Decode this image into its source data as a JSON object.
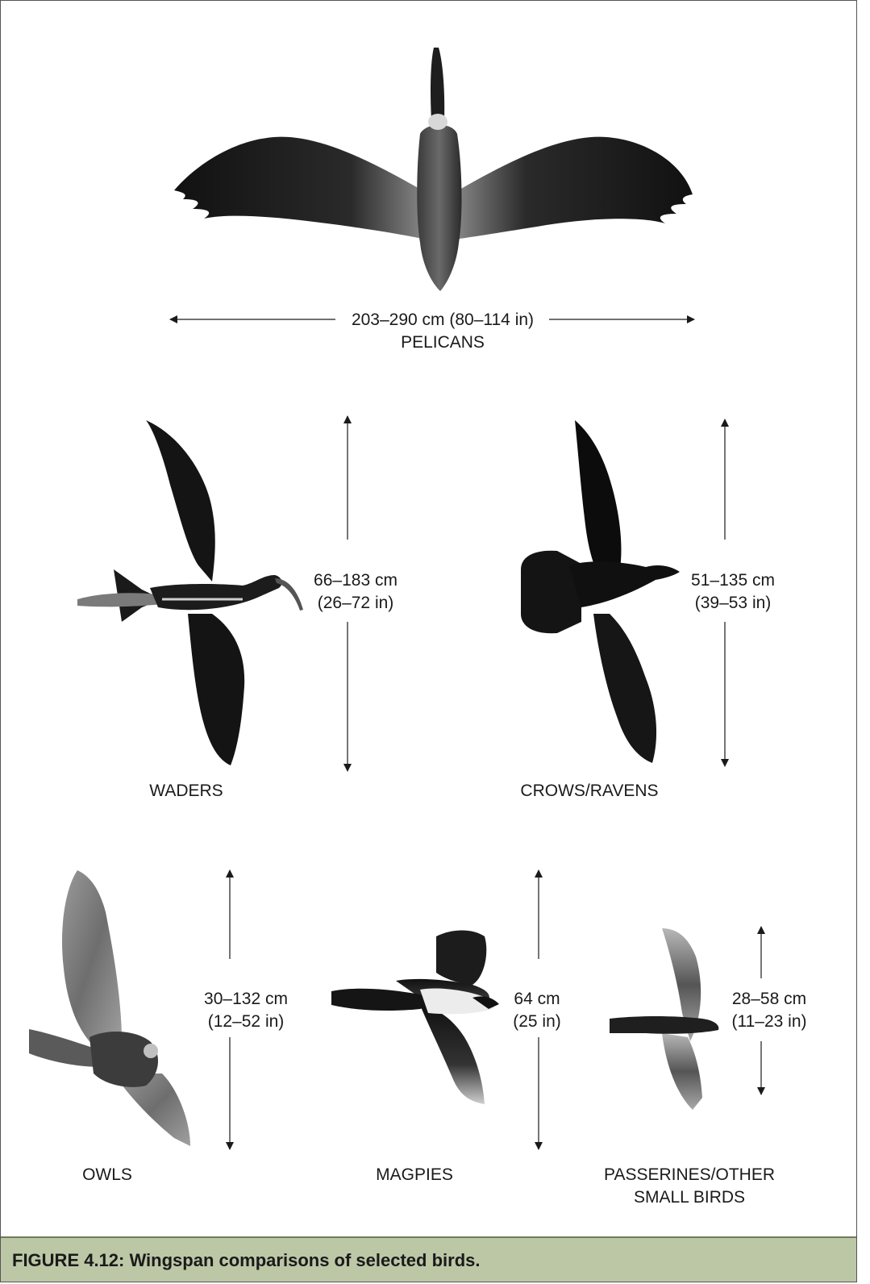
{
  "figure": {
    "caption": "FIGURE 4.12: Wingspan comparisons of selected birds.",
    "caption_bar_color": "#bcc7a6",
    "birds": [
      {
        "id": "pelicans",
        "group": "PELICANS",
        "span_cm": "203–290 cm (80–114 in)"
      },
      {
        "id": "waders",
        "group": "WADERS",
        "span_cm": "66–183 cm",
        "span_in": "(26–72 in)"
      },
      {
        "id": "crows",
        "group": "CROWS/RAVENS",
        "span_cm": "51–135 cm",
        "span_in": "(39–53 in)"
      },
      {
        "id": "owls",
        "group": "OWLS",
        "span_cm": "30–132 cm",
        "span_in": "(12–52 in)"
      },
      {
        "id": "magpies",
        "group": "MAGPIES",
        "span_cm": "64 cm",
        "span_in": "(25 in)"
      },
      {
        "id": "passerines",
        "group_line1": "PASSERINES/OTHER",
        "group_line2": "SMALL BIRDS",
        "span_cm": "28–58 cm",
        "span_in": "(11–23 in)"
      }
    ]
  }
}
